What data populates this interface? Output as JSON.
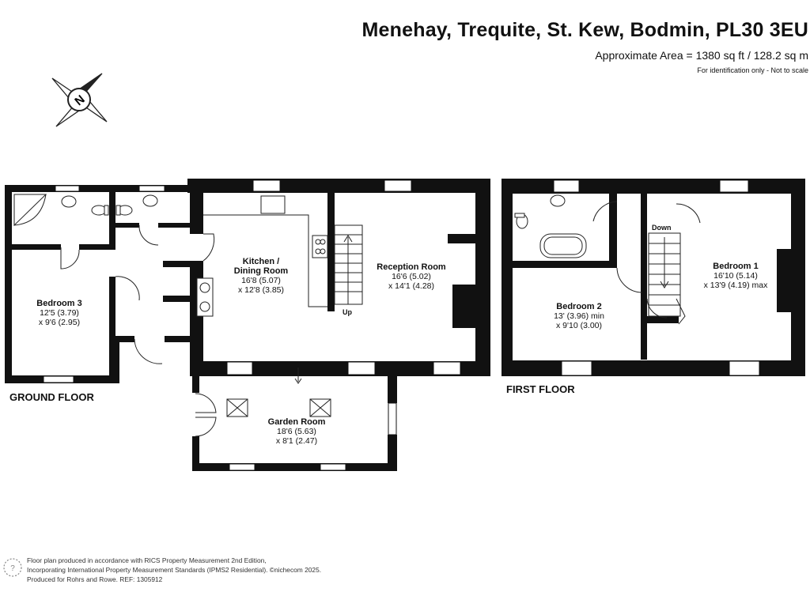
{
  "header": {
    "address": "Menehay, Trequite, St. Kew, Bodmin, PL30 3EU",
    "area": "Approximate Area = 1380 sq ft / 128.2 sq m",
    "note": "For identification only - Not to scale"
  },
  "compass": {
    "letter": "N",
    "icon": "north-compass-icon"
  },
  "floors": {
    "ground": {
      "label": "GROUND FLOOR",
      "rooms": [
        {
          "name": "Bedroom 3",
          "dim1": "12'5 (3.79)",
          "dim2": "x 9'6 (2.95)"
        },
        {
          "name": "Kitchen /",
          "name2": "Dining Room",
          "dim1": "16'8 (5.07)",
          "dim2": "x 12'8 (3.85)"
        },
        {
          "name": "Reception Room",
          "dim1": "16'6 (5.02)",
          "dim2": "x 14'1 (4.28)"
        },
        {
          "name": "Garden Room",
          "dim1": "18'6 (5.63)",
          "dim2": "x 8'1 (2.47)"
        }
      ],
      "stairs": "Up"
    },
    "first": {
      "label": "FIRST FLOOR",
      "rooms": [
        {
          "name": "Bedroom 1",
          "dim1": "16'10 (5.14)",
          "dim2": "x 13'9 (4.19) max"
        },
        {
          "name": "Bedroom 2",
          "dim1": "13' (3.96) min",
          "dim2": "x 9'10 (3.00)"
        }
      ],
      "stairs": "Down"
    }
  },
  "footer": {
    "line1": "Floor plan produced in accordance with RICS Property Measurement 2nd Edition,",
    "line2": "Incorporating International Property Measurement Standards (IPMS2 Residential).  ©nichecom 2025.",
    "line3": "Produced for Rohrs and Rowe.   REF:   1305912"
  },
  "colors": {
    "wall": "#111111",
    "line": "#222222",
    "text": "#111111"
  }
}
